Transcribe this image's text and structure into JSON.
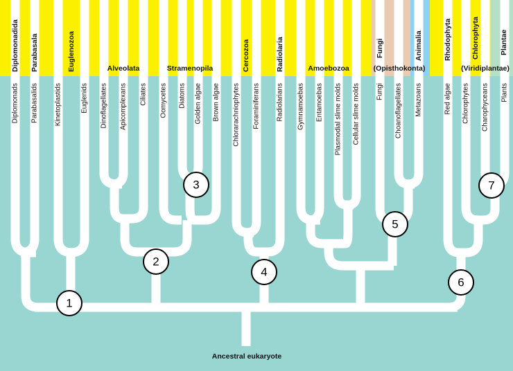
{
  "colors": {
    "background": "#99d6d1",
    "header_yellow": "#fbf000",
    "fungi_tan": "#e8cbb0",
    "animalia_blue": "#8ed2f3",
    "plantae_green": "#b5dfc6",
    "tree": "#ffffff",
    "text": "#111111"
  },
  "groups": [
    {
      "id": "diplomonadida",
      "label": "Diplomonadida"
    },
    {
      "id": "parabasala",
      "label": "Parabasala"
    },
    {
      "id": "euglenozoa",
      "label": "Euglenozoa"
    },
    {
      "id": "alveolata",
      "label": "Alveolata"
    },
    {
      "id": "stramenopila",
      "label": "Stramenopila"
    },
    {
      "id": "cercozoa",
      "label": "Cercozoa"
    },
    {
      "id": "radiolaria",
      "label": "Radiolaria"
    },
    {
      "id": "amoebozoa",
      "label": "Amoebozoa"
    },
    {
      "id": "fungi",
      "label": "Fungi"
    },
    {
      "id": "animalia",
      "label": "Animalia"
    },
    {
      "id": "opisthokonta",
      "label": "(Opisthokonta)"
    },
    {
      "id": "rhodophyta",
      "label": "Rhodophyta"
    },
    {
      "id": "chlorophyta",
      "label": "Chlorophyta"
    },
    {
      "id": "plantae",
      "label": "Plantae"
    },
    {
      "id": "viridiplantae",
      "label": "(Viridiplantae)"
    }
  ],
  "taxa": [
    "Diplomonads",
    "Parabasalids",
    "Kinetoplastids",
    "Euglenids",
    "Dinoflagellates",
    "Apicomplexans",
    "Ciliates",
    "Oomycetes",
    "Diatoms",
    "Golden algae",
    "Brown algae",
    "Chlorarachniophytes",
    "Foraminiferans",
    "Radiolarians",
    "Gymnamoebas",
    "Entamoebas",
    "Plasmodial slime molds",
    "Cellular slime molds",
    "Fungi",
    "Choanoflagellates",
    "Metazoans",
    "Red algae",
    "Chlorophytes",
    "Charophyceans",
    "Plants"
  ],
  "markers": [
    "1",
    "2",
    "3",
    "4",
    "5",
    "6",
    "7"
  ],
  "root_label": "Ancestral eukaryote"
}
